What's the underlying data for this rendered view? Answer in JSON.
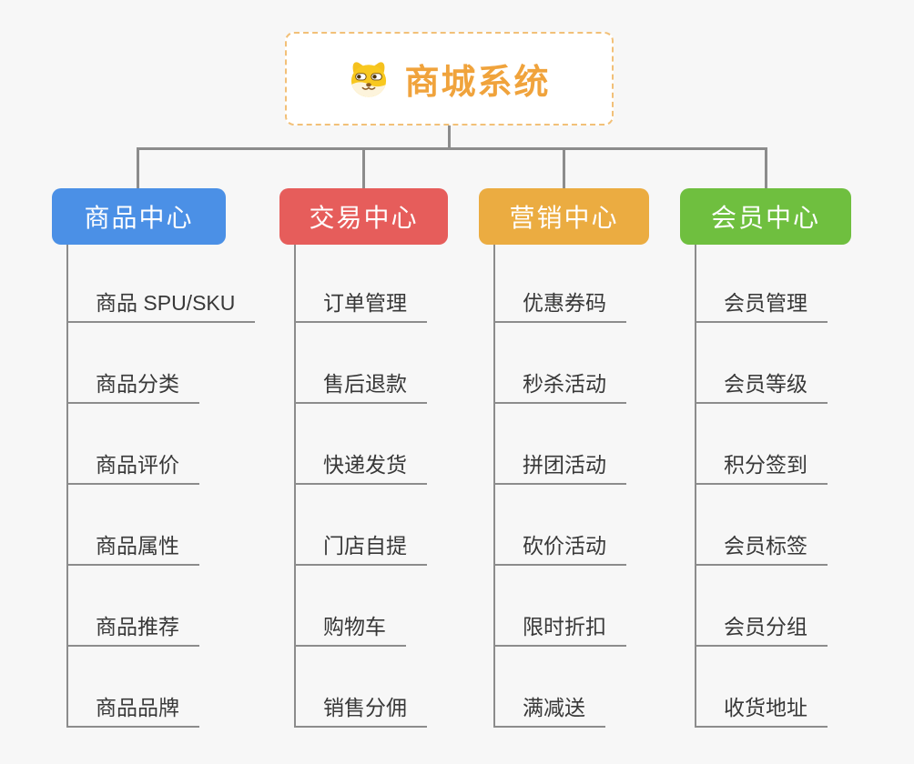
{
  "background_color": "#F7F7F7",
  "connector_color": "#8C8C8C",
  "root": {
    "title": "商城系统",
    "icon": "dog-face-icon",
    "text_color": "#F0A33C",
    "border_color": "#F2C078"
  },
  "branches": [
    {
      "label": "商品中心",
      "color": "#4B90E6",
      "items": [
        "商品 SPU/SKU",
        "商品分类",
        "商品评价",
        "商品属性",
        "商品推荐",
        "商品品牌"
      ]
    },
    {
      "label": "交易中心",
      "color": "#E65D5B",
      "items": [
        "订单管理",
        "售后退款",
        "快递发货",
        "门店自提",
        "购物车",
        "销售分佣"
      ]
    },
    {
      "label": "营销中心",
      "color": "#EBAC41",
      "items": [
        "优惠券码",
        "秒杀活动",
        "拼团活动",
        "砍价活动",
        "限时折扣",
        "满减送"
      ]
    },
    {
      "label": "会员中心",
      "color": "#6FBF3F",
      "items": [
        "会员管理",
        "会员等级",
        "积分签到",
        "会员标签",
        "会员分组",
        "收货地址"
      ]
    }
  ]
}
